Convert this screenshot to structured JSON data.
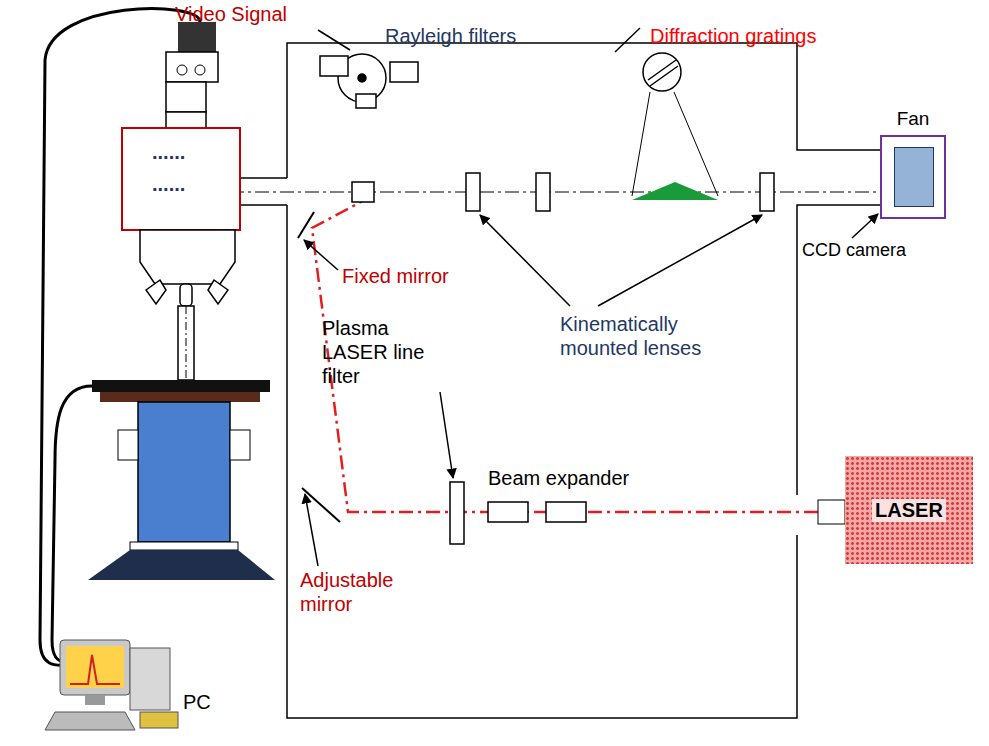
{
  "diagram": {
    "nodes": [
      {
        "text": [
          "Fan"
        ]
      },
      {
        "text": [
          "LASER"
        ]
      }
    ],
    "edges": [],
    "labels": [
      "Video Signal",
      "Rayleigh filters",
      "Diffraction gratings",
      "CCD camera",
      "Fixed mirror",
      "Plasma LASER line filter",
      "Kinematically mounted lenses",
      "Beam expander",
      "Adjustable mirror",
      "PC",
      "......",
      "......"
    ]
  }
}
